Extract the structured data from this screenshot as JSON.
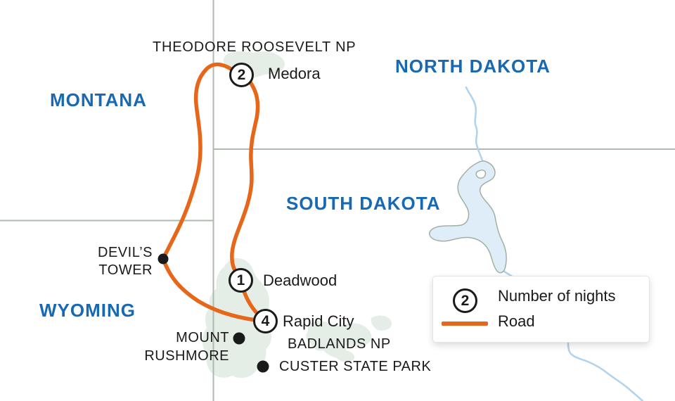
{
  "states": {
    "montana": "MONTANA",
    "north_dakota": "NORTH DAKOTA",
    "south_dakota": "SOUTH DAKOTA",
    "wyoming": "WYOMING"
  },
  "places": {
    "theodore_roosevelt_np": "THEODORE ROOSEVELT NP",
    "medora": {
      "label": "Medora",
      "nights": "2"
    },
    "deadwood": {
      "label": "Deadwood",
      "nights": "1"
    },
    "rapid_city": {
      "label": "Rapid City",
      "nights": "4"
    },
    "devils_tower": "DEVIL’S\nTOWER",
    "mount_rushmore": "MOUNT\nRUSHMORE",
    "badlands_np": "BADLANDS NP",
    "custer_state_park": "CUSTER STATE PARK"
  },
  "legend": {
    "nights_symbol": "2",
    "nights_label": "Number of nights",
    "road_label": "Road"
  },
  "colors": {
    "road": "#e6661a",
    "state_label": "#1769b4",
    "border_line": "#aebaae",
    "park_fill": "#e4ede6",
    "water_line": "#afd3ee",
    "lake_fill": "#deedf8",
    "lake_outline": "#a2b0a2",
    "marker": "#1a1a1a"
  }
}
